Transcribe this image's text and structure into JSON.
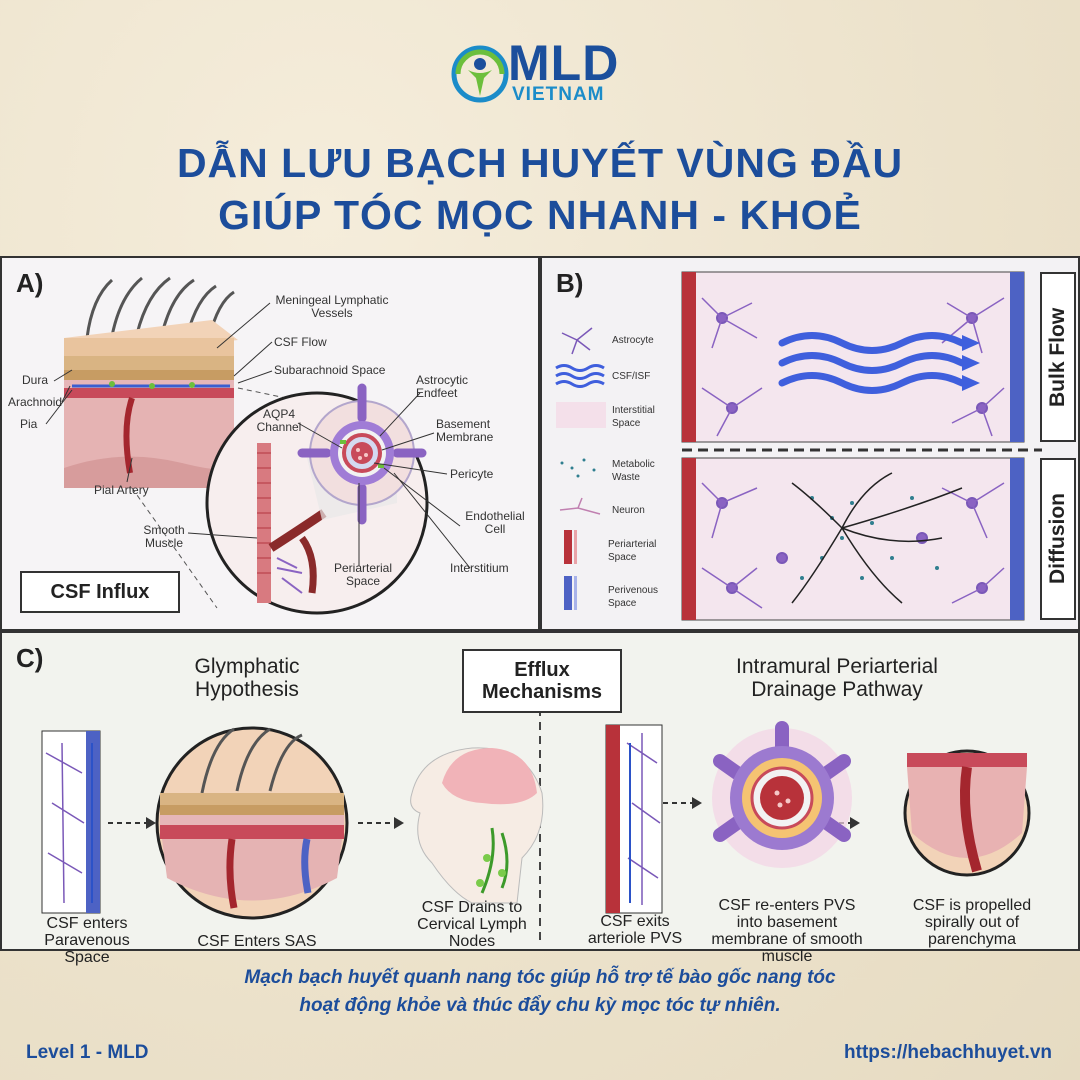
{
  "logo": {
    "brand": "MLD",
    "sub": "VIETNAM"
  },
  "title": {
    "line1": "DẪN LƯU BẠCH HUYẾT VÙNG ĐẦU",
    "line2": "GIÚP TÓC MỌC NHANH - KHOẺ"
  },
  "panelA": {
    "label": "A)",
    "labels": {
      "meningeal": "Meningeal Lymphatic Vessels",
      "csf_flow": "CSF Flow",
      "subarachnoid": "Subarachnoid Space",
      "dura": "Dura",
      "arachnoid": "Arachnoid",
      "pia": "Pia",
      "pial_artery": "Pial Artery",
      "aqp4": "AQP4 Channel",
      "astrocytic": "Astrocytic Endfeet",
      "basement": "Basement Membrane",
      "pericyte": "Pericyte",
      "endothelial": "Endothelial Cell",
      "interstitium": "Interstitium",
      "periarterial": "Periarterial Space",
      "smooth": "Smooth Muscle"
    },
    "box": "CSF Influx"
  },
  "panelB": {
    "label": "B)",
    "legend": [
      "Astrocyte",
      "CSF/ISF",
      "Interstitial Space",
      "Metabolic Waste",
      "Neuron",
      "Periarterial Space",
      "Perivenous Space"
    ],
    "bulk": "Bulk Flow",
    "diffusion": "Diffusion"
  },
  "panelC": {
    "label": "C)",
    "glymphatic": "Glymphatic Hypothesis",
    "efflux": "Efflux Mechanisms",
    "intramural": "Intramural Periarterial Drainage Pathway",
    "steps": [
      "CSF enters Paravenous Space",
      "CSF Enters SAS",
      "CSF Drains to Cervical Lymph Nodes",
      "CSF exits arteriole PVS",
      "CSF re-enters PVS into basement membrane of smooth muscle",
      "CSF is propelled spirally out of parenchyma"
    ]
  },
  "caption": {
    "line1": "Mạch bạch huyết quanh nang tóc giúp hỗ trợ tế bào gốc nang tóc",
    "line2": "hoạt động khỏe và thúc đẩy chu kỳ mọc tóc tự nhiên."
  },
  "footer": {
    "left": "Level 1 - MLD",
    "right": "https://hebachhuyet.vn"
  },
  "colors": {
    "brand_blue": "#1c4d9b",
    "accent_green": "#6cbf3c",
    "artery_red": "#b8323a",
    "vein_blue": "#4d62c4",
    "astro_purple": "#8a63c2"
  }
}
